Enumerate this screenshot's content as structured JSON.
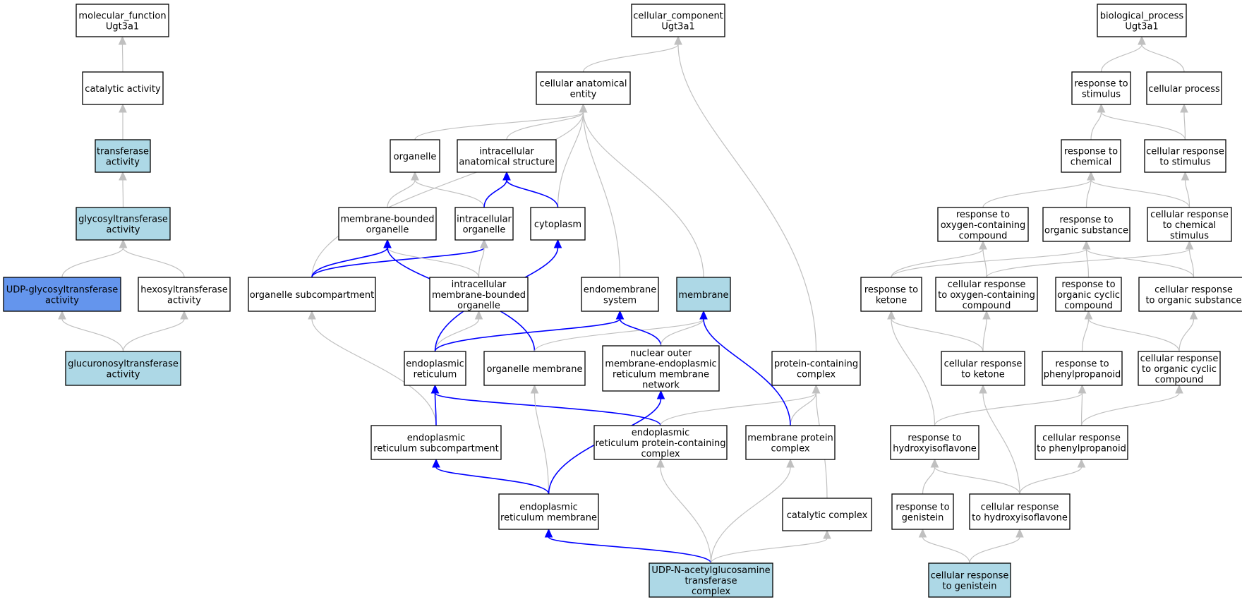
{
  "colors": {
    "plain": "#ffffff",
    "light": "#add8e6",
    "accent": "#6495ed",
    "edge_gray": "#c0c0c0",
    "edge_blue": "#0000ff"
  },
  "nodes": [
    {
      "id": "mf",
      "lines": [
        "molecular_function",
        "Ugt3a1"
      ],
      "fill": "plain"
    },
    {
      "id": "cat_act",
      "lines": [
        "catalytic activity"
      ],
      "fill": "plain"
    },
    {
      "id": "transf",
      "lines": [
        "transferase",
        "activity"
      ],
      "fill": "light"
    },
    {
      "id": "glycos",
      "lines": [
        "glycosyltransferase",
        "activity"
      ],
      "fill": "light"
    },
    {
      "id": "udpglyc",
      "lines": [
        "UDP-glycosyltransferase",
        "activity"
      ],
      "fill": "accent"
    },
    {
      "id": "hexos",
      "lines": [
        "hexosyltransferase",
        "activity"
      ],
      "fill": "plain"
    },
    {
      "id": "glucur",
      "lines": [
        "glucuronosyltransferase",
        "activity"
      ],
      "fill": "light"
    },
    {
      "id": "cc",
      "lines": [
        "cellular_component",
        "Ugt3a1"
      ],
      "fill": "plain"
    },
    {
      "id": "cae",
      "lines": [
        "cellular anatomical",
        "entity"
      ],
      "fill": "plain"
    },
    {
      "id": "organelle",
      "lines": [
        "organelle"
      ],
      "fill": "plain"
    },
    {
      "id": "ias",
      "lines": [
        "intracellular",
        "anatomical structure"
      ],
      "fill": "plain"
    },
    {
      "id": "mbo",
      "lines": [
        "membrane-bounded",
        "organelle"
      ],
      "fill": "plain"
    },
    {
      "id": "io",
      "lines": [
        "intracellular",
        "organelle"
      ],
      "fill": "plain"
    },
    {
      "id": "cyto",
      "lines": [
        "cytoplasm"
      ],
      "fill": "plain"
    },
    {
      "id": "osub",
      "lines": [
        "organelle subcompartment"
      ],
      "fill": "plain"
    },
    {
      "id": "imbo",
      "lines": [
        "intracellular",
        "membrane-bounded",
        "organelle"
      ],
      "fill": "plain"
    },
    {
      "id": "endosys",
      "lines": [
        "endomembrane",
        "system"
      ],
      "fill": "plain"
    },
    {
      "id": "membrane",
      "lines": [
        "membrane"
      ],
      "fill": "light"
    },
    {
      "id": "er",
      "lines": [
        "endoplasmic",
        "reticulum"
      ],
      "fill": "plain"
    },
    {
      "id": "omem",
      "lines": [
        "organelle membrane"
      ],
      "fill": "plain"
    },
    {
      "id": "nuc",
      "lines": [
        "nuclear outer",
        "membrane-endoplasmic",
        "reticulum membrane",
        "network"
      ],
      "fill": "plain"
    },
    {
      "id": "pcc",
      "lines": [
        "protein-containing",
        "complex"
      ],
      "fill": "plain"
    },
    {
      "id": "ersub",
      "lines": [
        "endoplasmic",
        "reticulum subcompartment"
      ],
      "fill": "plain"
    },
    {
      "id": "erpcc",
      "lines": [
        "endoplasmic",
        "reticulum protein-containing",
        "complex"
      ],
      "fill": "plain"
    },
    {
      "id": "mpc",
      "lines": [
        "membrane protein",
        "complex"
      ],
      "fill": "plain"
    },
    {
      "id": "erm",
      "lines": [
        "endoplasmic",
        "reticulum membrane"
      ],
      "fill": "plain"
    },
    {
      "id": "catcx",
      "lines": [
        "catalytic complex"
      ],
      "fill": "plain"
    },
    {
      "id": "udpn",
      "lines": [
        "UDP-N-acetylglucosamine",
        "transferase",
        "complex"
      ],
      "fill": "light"
    },
    {
      "id": "bp",
      "lines": [
        "biological_process",
        "Ugt3a1"
      ],
      "fill": "plain"
    },
    {
      "id": "rstim",
      "lines": [
        "response to",
        "stimulus"
      ],
      "fill": "plain"
    },
    {
      "id": "cproc",
      "lines": [
        "cellular process"
      ],
      "fill": "plain"
    },
    {
      "id": "rchem",
      "lines": [
        "response to",
        "chemical"
      ],
      "fill": "plain"
    },
    {
      "id": "crstim",
      "lines": [
        "cellular response",
        "to stimulus"
      ],
      "fill": "plain"
    },
    {
      "id": "roxy",
      "lines": [
        "response to",
        "oxygen-containing",
        "compound"
      ],
      "fill": "plain"
    },
    {
      "id": "rorg",
      "lines": [
        "response to",
        "organic substance"
      ],
      "fill": "plain"
    },
    {
      "id": "crchem",
      "lines": [
        "cellular response",
        "to chemical",
        "stimulus"
      ],
      "fill": "plain"
    },
    {
      "id": "rket",
      "lines": [
        "response to",
        "ketone"
      ],
      "fill": "plain"
    },
    {
      "id": "croxy",
      "lines": [
        "cellular response",
        "to oxygen-containing",
        "compound"
      ],
      "fill": "plain"
    },
    {
      "id": "rocc",
      "lines": [
        "response to",
        "organic cyclic",
        "compound"
      ],
      "fill": "plain"
    },
    {
      "id": "crorg",
      "lines": [
        "cellular response",
        "to organic substance"
      ],
      "fill": "plain"
    },
    {
      "id": "crket",
      "lines": [
        "cellular response",
        "to ketone"
      ],
      "fill": "plain"
    },
    {
      "id": "rphen",
      "lines": [
        "response to",
        "phenylpropanoid"
      ],
      "fill": "plain"
    },
    {
      "id": "crocc",
      "lines": [
        "cellular response",
        "to organic cyclic",
        "compound"
      ],
      "fill": "plain"
    },
    {
      "id": "rhyd",
      "lines": [
        "response to",
        "hydroxyisoflavone"
      ],
      "fill": "plain"
    },
    {
      "id": "crphen",
      "lines": [
        "cellular response",
        "to phenylpropanoid"
      ],
      "fill": "plain"
    },
    {
      "id": "rgen",
      "lines": [
        "response to",
        "genistein"
      ],
      "fill": "plain"
    },
    {
      "id": "crhyd",
      "lines": [
        "cellular response",
        "to hydroxyisoflavone"
      ],
      "fill": "plain"
    },
    {
      "id": "crgen",
      "lines": [
        "cellular response",
        "to genistein"
      ],
      "fill": "light"
    }
  ],
  "edges": [
    {
      "from": "cat_act",
      "to": "mf",
      "color": "edge_gray"
    },
    {
      "from": "transf",
      "to": "cat_act",
      "color": "edge_gray"
    },
    {
      "from": "glycos",
      "to": "transf",
      "color": "edge_gray"
    },
    {
      "from": "udpglyc",
      "to": "glycos",
      "color": "edge_gray"
    },
    {
      "from": "hexos",
      "to": "glycos",
      "color": "edge_gray"
    },
    {
      "from": "glucur",
      "to": "udpglyc",
      "color": "edge_gray"
    },
    {
      "from": "glucur",
      "to": "hexos",
      "color": "edge_gray"
    },
    {
      "from": "cae",
      "to": "cc",
      "color": "edge_gray"
    },
    {
      "from": "pcc",
      "to": "cc",
      "color": "edge_gray"
    },
    {
      "from": "organelle",
      "to": "cae",
      "color": "edge_gray"
    },
    {
      "from": "ias",
      "to": "cae",
      "color": "edge_gray"
    },
    {
      "from": "cyto",
      "to": "cae",
      "color": "edge_gray"
    },
    {
      "from": "osub",
      "to": "cae",
      "color": "edge_gray"
    },
    {
      "from": "endosys",
      "to": "cae",
      "color": "edge_gray"
    },
    {
      "from": "membrane",
      "to": "cae",
      "color": "edge_gray"
    },
    {
      "from": "mbo",
      "to": "organelle",
      "color": "edge_gray"
    },
    {
      "from": "io",
      "to": "organelle",
      "color": "edge_gray"
    },
    {
      "from": "io",
      "to": "ias",
      "color": "edge_blue"
    },
    {
      "from": "cyto",
      "to": "ias",
      "color": "edge_blue"
    },
    {
      "from": "osub",
      "to": "mbo",
      "color": "edge_blue"
    },
    {
      "from": "osub",
      "to": "io",
      "color": "edge_blue"
    },
    {
      "from": "imbo",
      "to": "mbo",
      "color": "edge_gray"
    },
    {
      "from": "imbo",
      "to": "io",
      "color": "edge_gray"
    },
    {
      "from": "er",
      "to": "imbo",
      "color": "edge_gray"
    },
    {
      "from": "er",
      "to": "cyto",
      "color": "edge_blue"
    },
    {
      "from": "er",
      "to": "endosys",
      "color": "edge_blue"
    },
    {
      "from": "omem",
      "to": "mbo",
      "color": "edge_blue"
    },
    {
      "from": "omem",
      "to": "membrane",
      "color": "edge_gray"
    },
    {
      "from": "nuc",
      "to": "endosys",
      "color": "edge_blue"
    },
    {
      "from": "nuc",
      "to": "membrane",
      "color": "edge_gray"
    },
    {
      "from": "ersub",
      "to": "osub",
      "color": "edge_gray"
    },
    {
      "from": "ersub",
      "to": "er",
      "color": "edge_blue"
    },
    {
      "from": "erpcc",
      "to": "er",
      "color": "edge_blue"
    },
    {
      "from": "erpcc",
      "to": "pcc",
      "color": "edge_gray"
    },
    {
      "from": "mpc",
      "to": "pcc",
      "color": "edge_gray"
    },
    {
      "from": "mpc",
      "to": "membrane",
      "color": "edge_blue"
    },
    {
      "from": "catcx",
      "to": "pcc",
      "color": "edge_gray"
    },
    {
      "from": "erm",
      "to": "ersub",
      "color": "edge_blue"
    },
    {
      "from": "erm",
      "to": "omem",
      "color": "edge_gray"
    },
    {
      "from": "erm",
      "to": "nuc",
      "color": "edge_blue"
    },
    {
      "from": "udpn",
      "to": "erm",
      "color": "edge_blue"
    },
    {
      "from": "udpn",
      "to": "erpcc",
      "color": "edge_gray"
    },
    {
      "from": "udpn",
      "to": "mpc",
      "color": "edge_gray"
    },
    {
      "from": "udpn",
      "to": "catcx",
      "color": "edge_gray"
    },
    {
      "from": "rstim",
      "to": "bp",
      "color": "edge_gray"
    },
    {
      "from": "cproc",
      "to": "bp",
      "color": "edge_gray"
    },
    {
      "from": "rchem",
      "to": "rstim",
      "color": "edge_gray"
    },
    {
      "from": "crstim",
      "to": "rstim",
      "color": "edge_gray"
    },
    {
      "from": "crstim",
      "to": "cproc",
      "color": "edge_gray"
    },
    {
      "from": "roxy",
      "to": "rchem",
      "color": "edge_gray"
    },
    {
      "from": "rorg",
      "to": "rchem",
      "color": "edge_gray"
    },
    {
      "from": "crchem",
      "to": "rchem",
      "color": "edge_gray"
    },
    {
      "from": "crchem",
      "to": "crstim",
      "color": "edge_gray"
    },
    {
      "from": "rket",
      "to": "roxy",
      "color": "edge_gray"
    },
    {
      "from": "rket",
      "to": "rorg",
      "color": "edge_gray"
    },
    {
      "from": "croxy",
      "to": "roxy",
      "color": "edge_gray"
    },
    {
      "from": "croxy",
      "to": "crchem",
      "color": "edge_gray"
    },
    {
      "from": "rocc",
      "to": "rorg",
      "color": "edge_gray"
    },
    {
      "from": "crorg",
      "to": "rorg",
      "color": "edge_gray"
    },
    {
      "from": "crorg",
      "to": "crchem",
      "color": "edge_gray"
    },
    {
      "from": "crket",
      "to": "rket",
      "color": "edge_gray"
    },
    {
      "from": "crket",
      "to": "croxy",
      "color": "edge_gray"
    },
    {
      "from": "rphen",
      "to": "rocc",
      "color": "edge_gray"
    },
    {
      "from": "crocc",
      "to": "rocc",
      "color": "edge_gray"
    },
    {
      "from": "crocc",
      "to": "crorg",
      "color": "edge_gray"
    },
    {
      "from": "rhyd",
      "to": "rket",
      "color": "edge_gray"
    },
    {
      "from": "rhyd",
      "to": "rphen",
      "color": "edge_gray"
    },
    {
      "from": "crphen",
      "to": "rphen",
      "color": "edge_gray"
    },
    {
      "from": "crphen",
      "to": "crocc",
      "color": "edge_gray"
    },
    {
      "from": "rgen",
      "to": "rhyd",
      "color": "edge_gray"
    },
    {
      "from": "crhyd",
      "to": "rhyd",
      "color": "edge_gray"
    },
    {
      "from": "crhyd",
      "to": "crket",
      "color": "edge_gray"
    },
    {
      "from": "crhyd",
      "to": "crphen",
      "color": "edge_gray"
    },
    {
      "from": "crgen",
      "to": "rgen",
      "color": "edge_gray"
    },
    {
      "from": "crgen",
      "to": "crhyd",
      "color": "edge_gray"
    }
  ]
}
